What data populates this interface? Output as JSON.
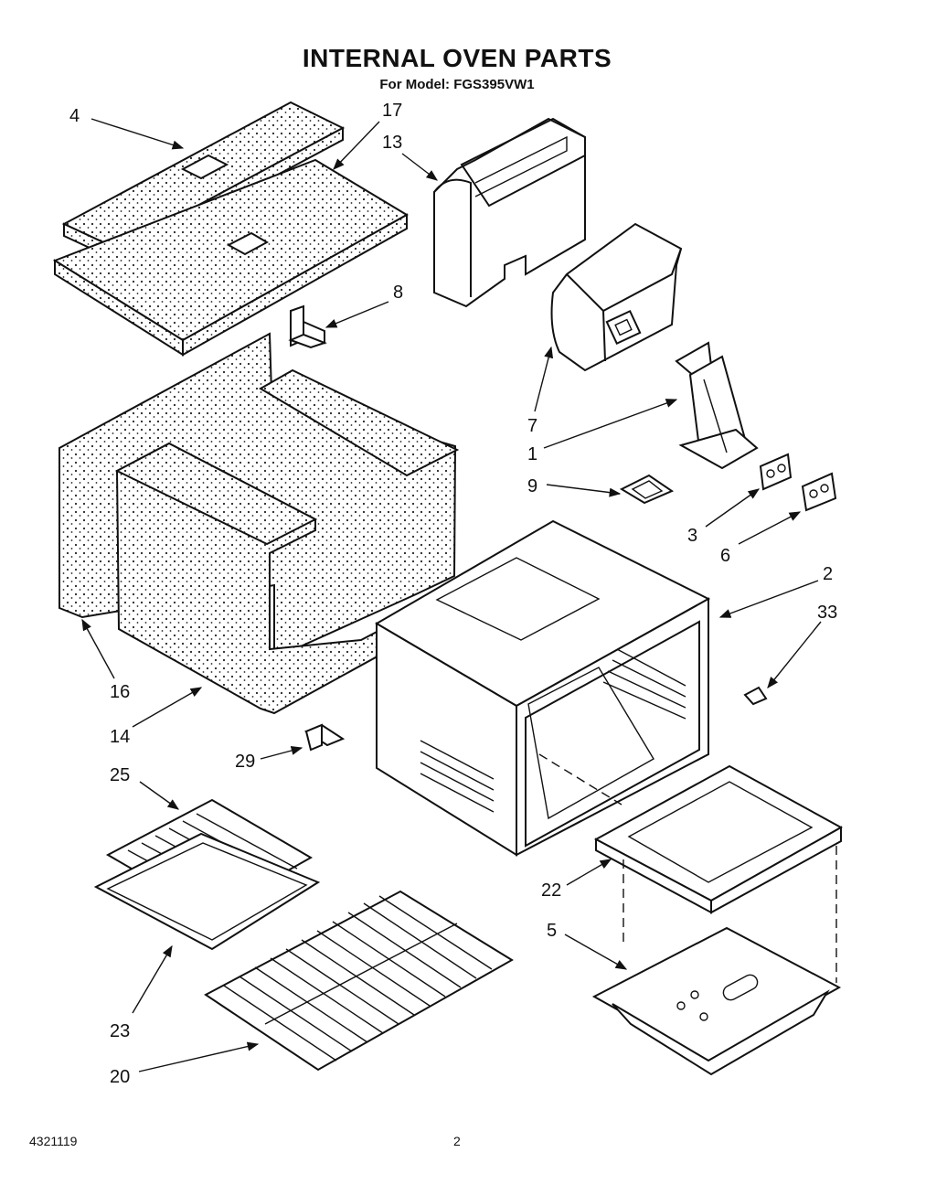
{
  "header": {
    "title": "INTERNAL OVEN PARTS",
    "model": "For Model: FGS395VW1"
  },
  "footer": {
    "doc_number": "4321119",
    "page_number": "2"
  },
  "callouts": [
    "4",
    "17",
    "13",
    "8",
    "7",
    "1",
    "9",
    "3",
    "6",
    "2",
    "33",
    "16",
    "14",
    "29",
    "25",
    "22",
    "5",
    "23",
    "20"
  ]
}
